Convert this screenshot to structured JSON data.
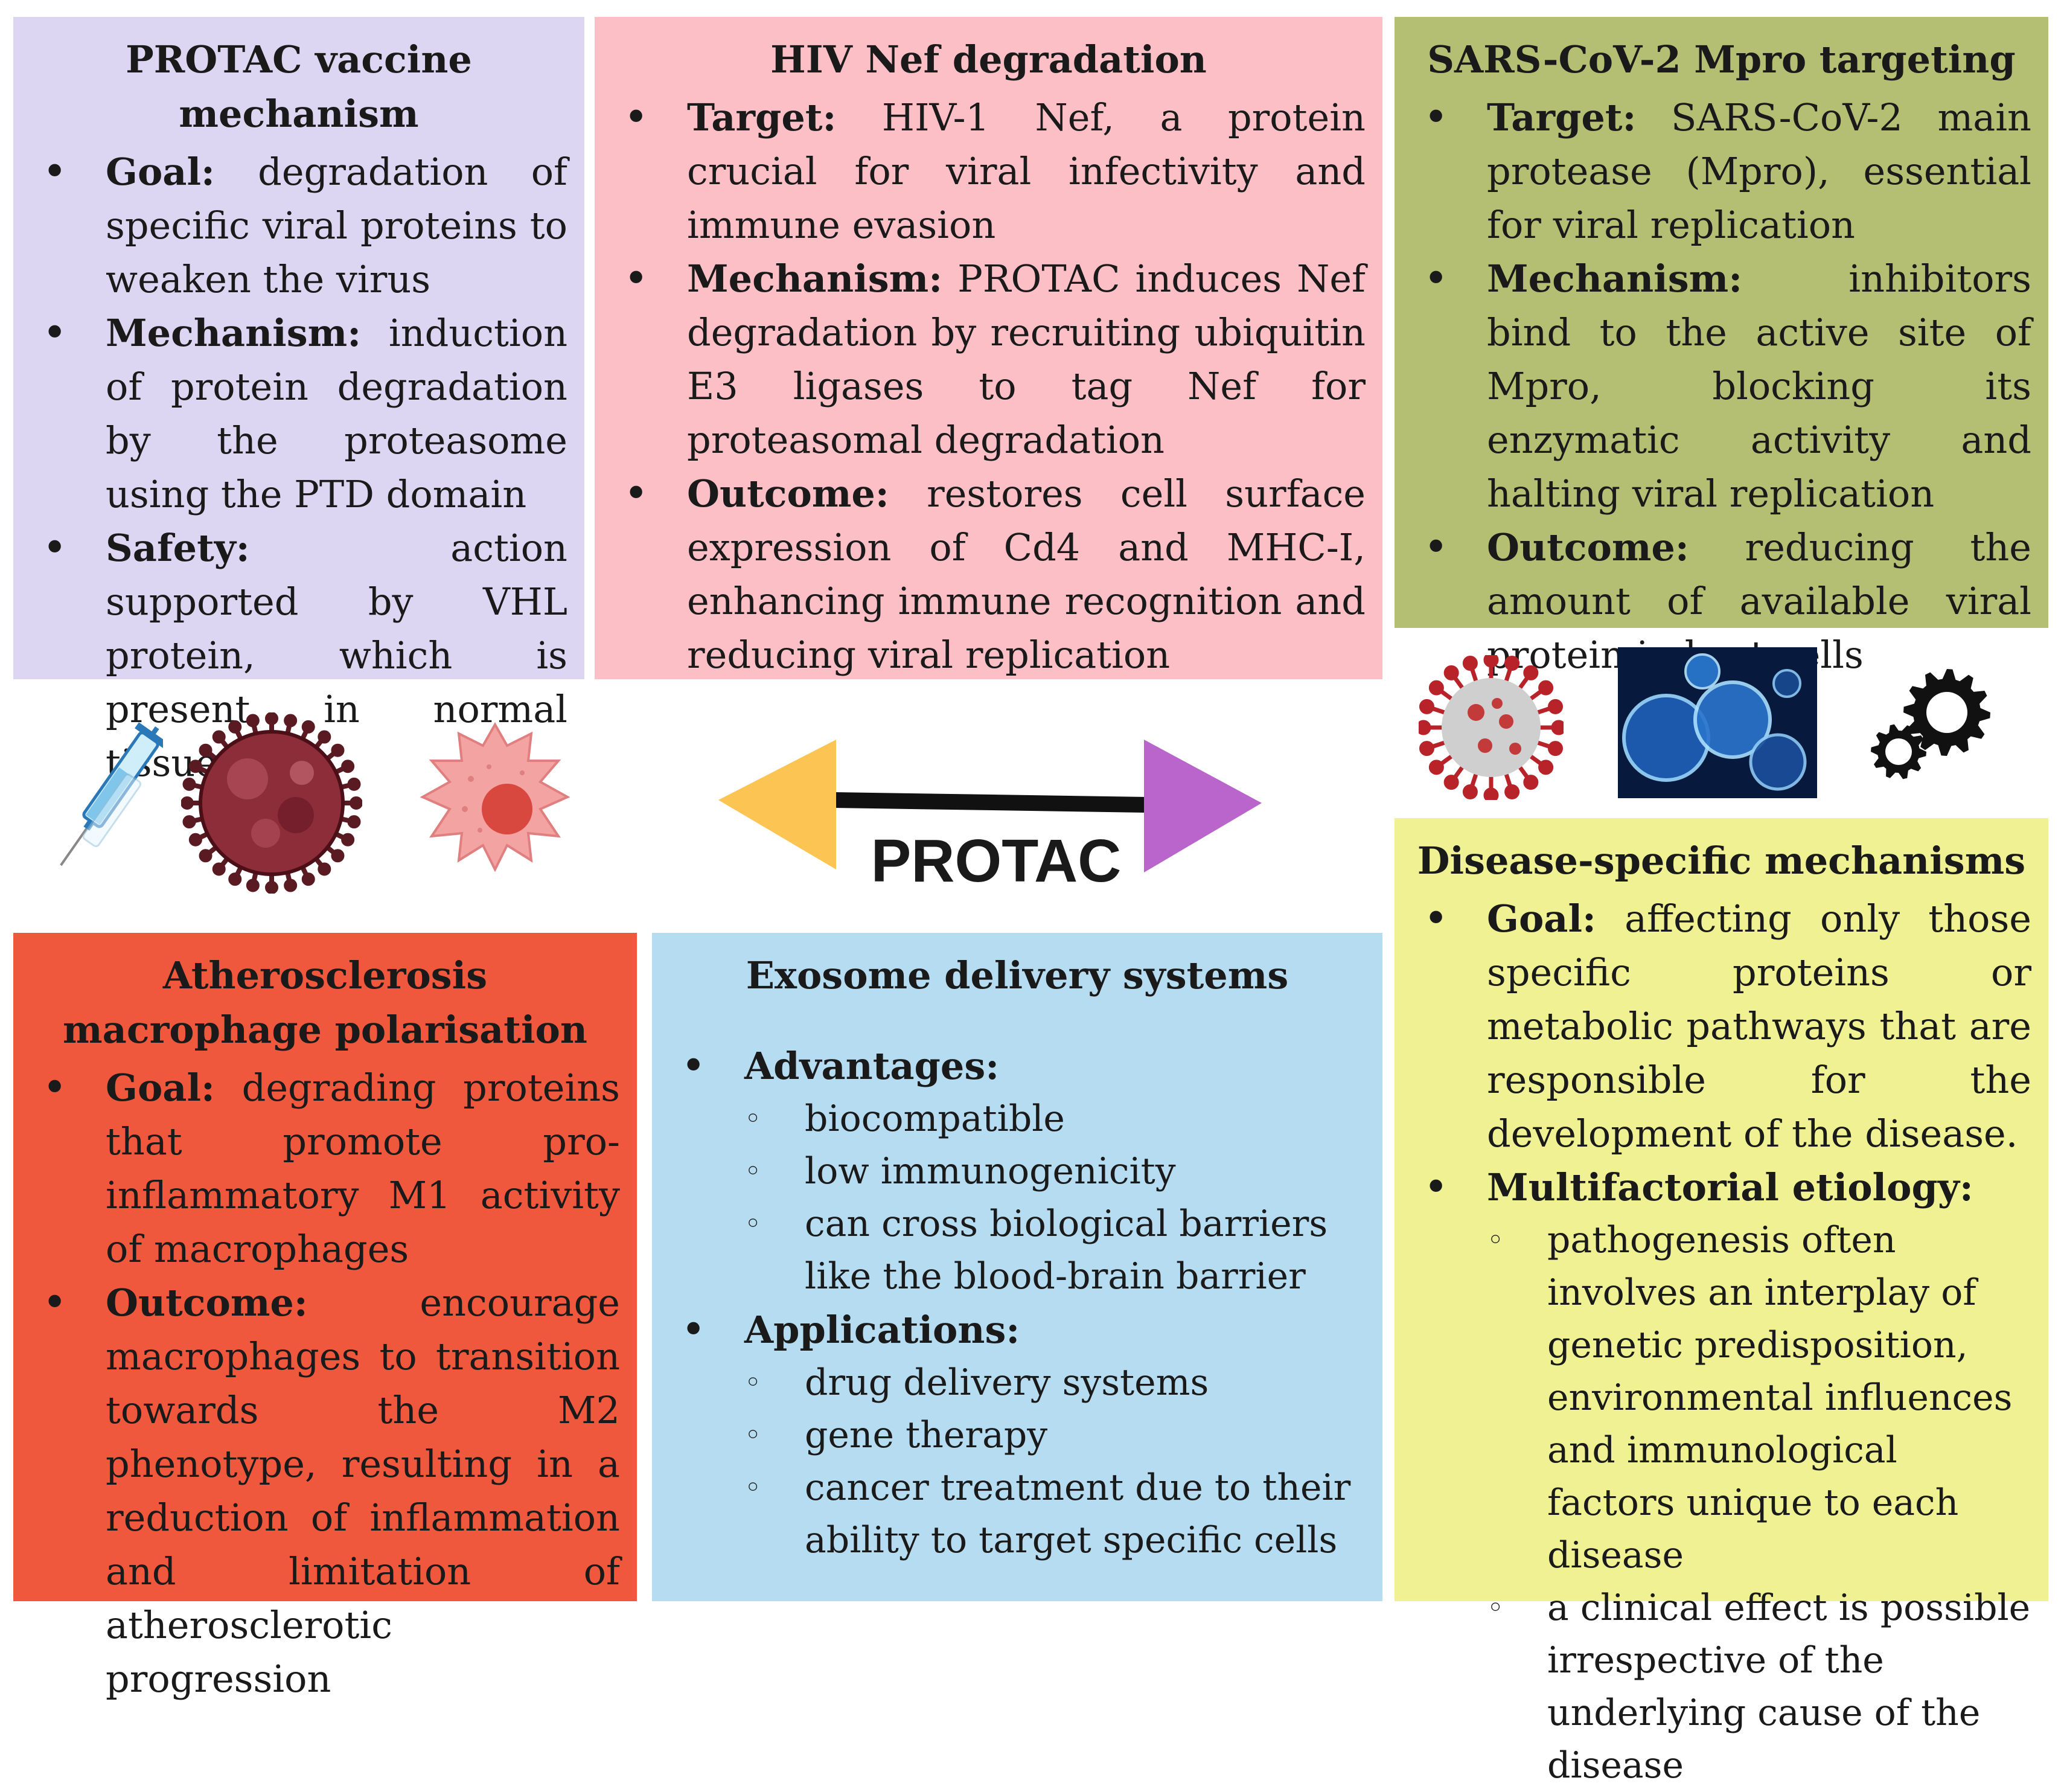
{
  "colors": {
    "vaccine": "#dcd6f2",
    "hiv": "#fcbfc6",
    "sars": "#b5bf73",
    "disease": "#eff193",
    "athero": "#f0583d",
    "exosome": "#b5dcf1",
    "arrow_left": "#fcc453",
    "arrow_right": "#b965cc"
  },
  "center": {
    "label": "PROTAC"
  },
  "vaccine": {
    "title": "PROTAC vaccine mechanism",
    "items": [
      {
        "label": "Goal:",
        "text": " degradation of specific viral proteins to weaken the virus"
      },
      {
        "label": "Mechanism:",
        "text": " induction of protein degradation by the proteasome using the PTD domain"
      },
      {
        "label": "Safety:",
        "text": " action supported by VHL protein, which is present in normal tissues"
      }
    ]
  },
  "hiv": {
    "title": "HIV Nef degradation",
    "items": [
      {
        "label": "Target:",
        "text": " HIV-1 Nef, a protein crucial for viral infectivity and immune evasion"
      },
      {
        "label": "Mechanism:",
        "text": " PROTAC induces Nef degradation by recruiting ubiquitin E3 ligases to tag Nef for proteasomal degradation"
      },
      {
        "label": "Outcome:",
        "text": " restores cell surface expression of Cd4 and MHC-I, enhancing immune recognition and reducing viral replication"
      }
    ]
  },
  "sars": {
    "title": "SARS-CoV-2 Mpro targeting",
    "items": [
      {
        "label": "Target:",
        "text": " SARS-CoV-2 main protease (Mpro), essential for viral replication"
      },
      {
        "label": "Mechanism:",
        "text": " inhibitors bind to the active site of Mpro, blocking its enzymatic activity and halting viral replication"
      },
      {
        "label": "Outcome:",
        "text": " reducing the amount of available viral protein in host cells"
      }
    ]
  },
  "disease": {
    "title": "Disease-specific mechanisms",
    "items": [
      {
        "label": "Goal:",
        "text": " affecting only those specific proteins or metabolic pathways that are responsible for the development of the disease."
      },
      {
        "label": "Multifactorial etiology:",
        "text": ""
      }
    ],
    "sub": [
      "pathogenesis often involves an interplay of genetic predisposition, environmental influences and immunological factors unique to each disease",
      "a clinical effect is possible irrespective of the underlying cause of the disease"
    ]
  },
  "athero": {
    "title": "Atherosclerosis macrophage polarisation",
    "items": [
      {
        "label": "Goal:",
        "text": " degrading proteins that promote pro-inflammatory M1 activity of macrophages"
      },
      {
        "label": "Outcome:",
        "text": " encourage macrophages to transition towards the M2 phenotype, resulting in a reduction of inflammation and limitation of atherosclerotic progression"
      }
    ]
  },
  "exosome": {
    "title": "Exosome delivery systems",
    "advantages_label": "Advantages:",
    "advantages": [
      "biocompatible",
      "low immunogenicity",
      "can cross biological barriers like the blood-brain barrier"
    ],
    "applications_label": "Applications:",
    "applications": [
      "drug delivery systems",
      "gene therapy",
      "cancer treatment due to their ability to target specific cells"
    ]
  },
  "icons": [
    "syringe-icon",
    "virus-icon",
    "macrophage-icon",
    "coronavirus-icon",
    "exosome-vesicles-icon",
    "gears-icon"
  ]
}
